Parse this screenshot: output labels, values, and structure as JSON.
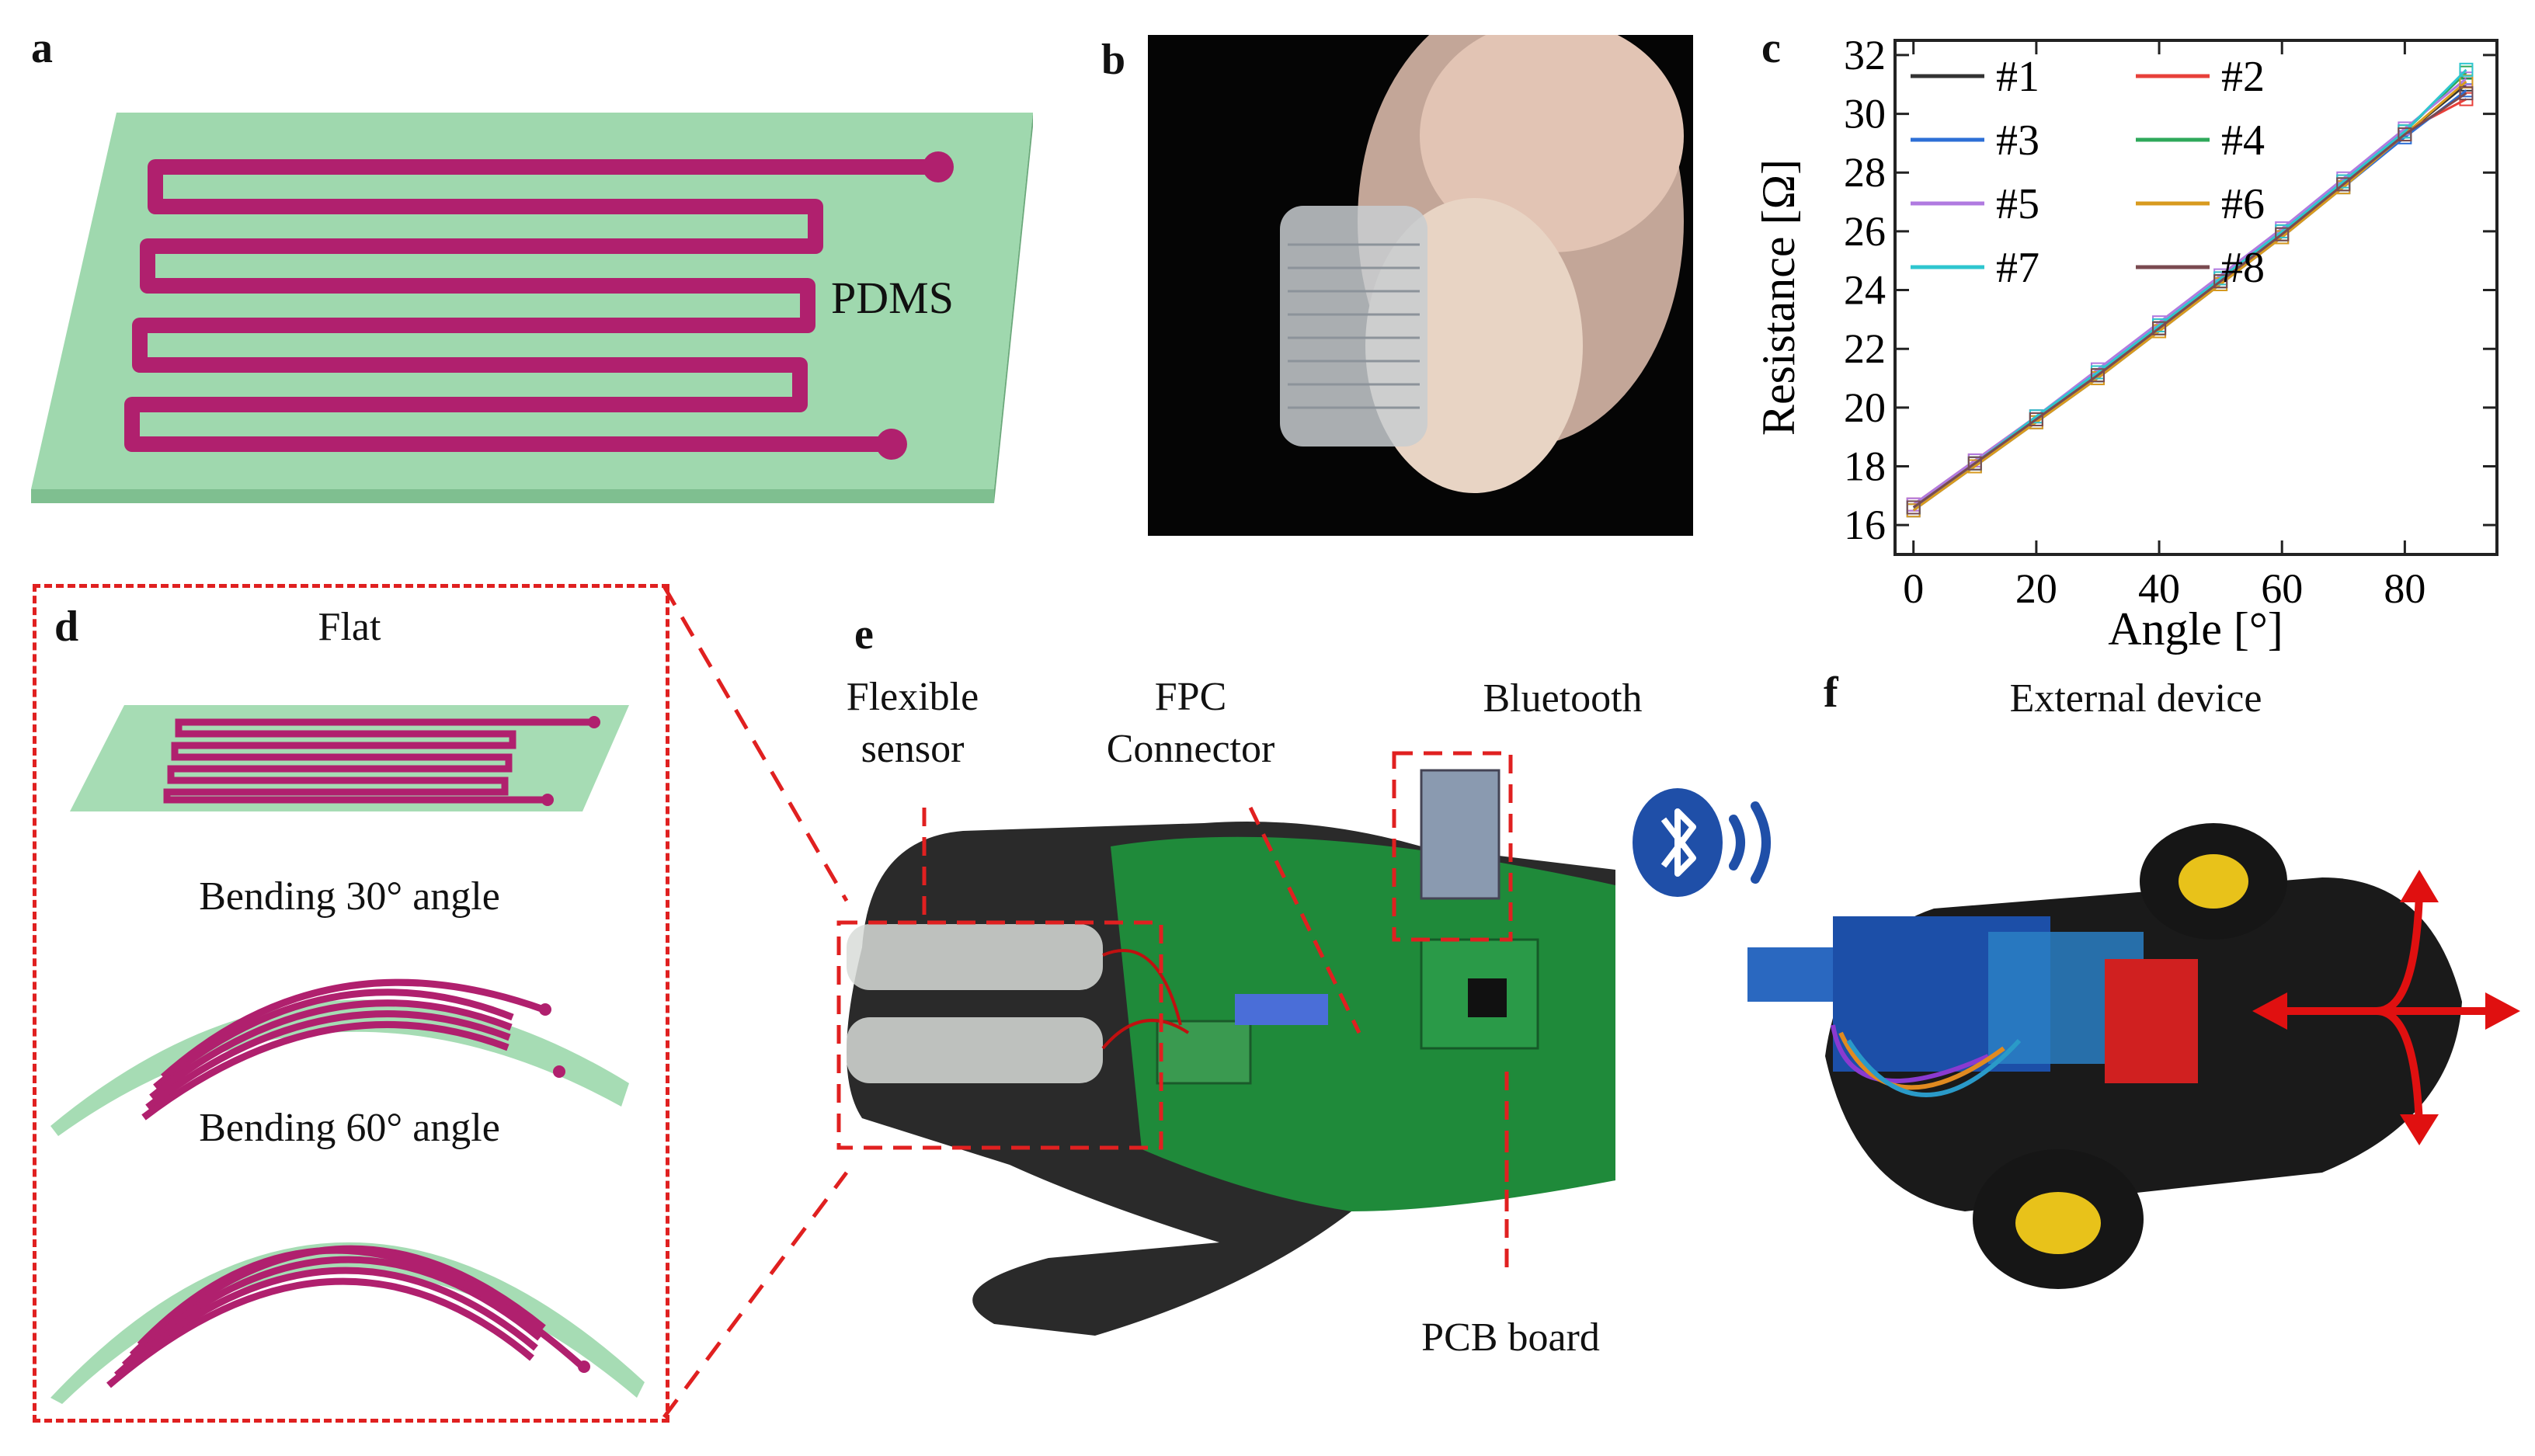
{
  "panels": {
    "a": {
      "label": "a",
      "material": "PDMS"
    },
    "b": {
      "label": "b"
    },
    "c": {
      "label": "c"
    },
    "d": {
      "label": "d",
      "states": [
        "Flat",
        "Bending 30° angle",
        "Bending 60° angle"
      ]
    },
    "e": {
      "label": "e",
      "callouts": {
        "flex1": "Flexible",
        "flex2": "sensor",
        "fpc1": "FPC",
        "fpc2": "Connector",
        "bt": "Bluetooth",
        "pcb": "PCB board"
      }
    },
    "f": {
      "label": "f",
      "title": "External device"
    }
  },
  "colors": {
    "substrate": "#a6dcb4",
    "trace": "#b0206e",
    "dash": "#e02020",
    "bluetooth": "#1f4fa8",
    "arrow": "#e01010"
  },
  "chart_data": {
    "type": "line",
    "xlabel": "Angle [°]",
    "ylabel": "Resistance [Ω]",
    "xlim": [
      -3,
      95
    ],
    "ylim": [
      15,
      32.5
    ],
    "xticks": [
      0,
      20,
      40,
      60,
      80
    ],
    "yticks": [
      16,
      18,
      20,
      22,
      24,
      26,
      28,
      30,
      32
    ],
    "legend_position": "top-left",
    "series": [
      {
        "name": "#1",
        "color": "#333333",
        "x": [
          0,
          10,
          20,
          30,
          40,
          50,
          60,
          70,
          80,
          90
        ],
        "y": [
          16.6,
          18.1,
          19.6,
          21.1,
          22.7,
          24.3,
          25.9,
          27.6,
          29.3,
          31.0
        ]
      },
      {
        "name": "#2",
        "color": "#e8403a",
        "x": [
          0,
          10,
          20,
          30,
          40,
          50,
          60,
          70,
          80,
          90
        ],
        "y": [
          16.7,
          18.2,
          19.7,
          21.2,
          22.8,
          24.4,
          26.0,
          27.7,
          29.4,
          30.5
        ]
      },
      {
        "name": "#3",
        "color": "#2d6fd6",
        "x": [
          0,
          10,
          20,
          30,
          40,
          50,
          60,
          70,
          80,
          90
        ],
        "y": [
          16.5,
          18.0,
          19.5,
          21.0,
          22.6,
          24.2,
          25.8,
          27.5,
          29.2,
          30.8
        ]
      },
      {
        "name": "#4",
        "color": "#2ea85a",
        "x": [
          0,
          10,
          20,
          30,
          40,
          50,
          60,
          70,
          80,
          90
        ],
        "y": [
          16.6,
          18.1,
          19.6,
          21.1,
          22.7,
          24.3,
          25.9,
          27.6,
          29.4,
          31.4
        ]
      },
      {
        "name": "#5",
        "color": "#b07ae0",
        "x": [
          0,
          10,
          20,
          30,
          40,
          50,
          60,
          70,
          80,
          90
        ],
        "y": [
          16.7,
          18.2,
          19.7,
          21.3,
          22.9,
          24.5,
          26.1,
          27.8,
          29.5,
          31.2
        ]
      },
      {
        "name": "#6",
        "color": "#d89a1e",
        "x": [
          0,
          10,
          20,
          30,
          40,
          50,
          60,
          70,
          80,
          90
        ],
        "y": [
          16.5,
          18.0,
          19.5,
          21.0,
          22.6,
          24.2,
          25.8,
          27.5,
          29.3,
          31.1
        ]
      },
      {
        "name": "#7",
        "color": "#2ec6cf",
        "x": [
          0,
          10,
          20,
          30,
          40,
          50,
          60,
          70,
          80,
          90
        ],
        "y": [
          16.6,
          18.1,
          19.7,
          21.2,
          22.8,
          24.4,
          26.0,
          27.7,
          29.4,
          31.5
        ]
      },
      {
        "name": "#8",
        "color": "#7a4a50",
        "x": [
          0,
          10,
          20,
          30,
          40,
          50,
          60,
          70,
          80,
          90
        ],
        "y": [
          16.6,
          18.1,
          19.6,
          21.1,
          22.7,
          24.3,
          25.9,
          27.6,
          29.3,
          30.7
        ]
      }
    ]
  }
}
